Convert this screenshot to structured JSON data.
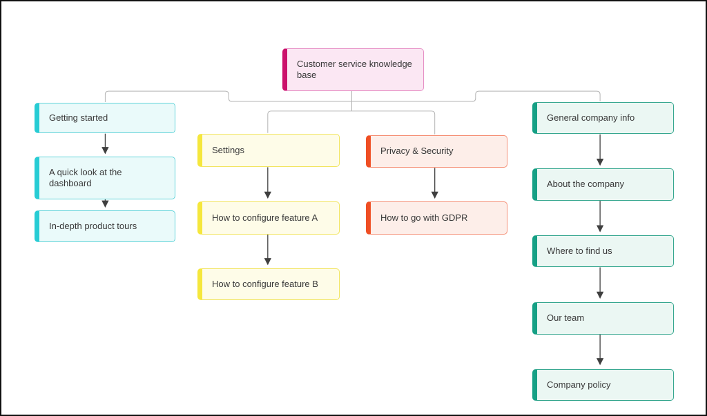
{
  "canvas": {
    "background": "#ffffff",
    "frame_color": "#111111",
    "connector_color": "#b3b3b3",
    "arrow_color": "#3f3f3f",
    "text_color": "#383838"
  },
  "themes": {
    "magenta": {
      "accent": "#cb116b",
      "border": "#e791c6",
      "fill": "#fbe7f3"
    },
    "cyan": {
      "accent": "#27ccd4",
      "border": "#5fd3d9",
      "fill": "#eafafa"
    },
    "yellow": {
      "accent": "#f5e73c",
      "border": "#f1e45c",
      "fill": "#fefce8"
    },
    "red": {
      "accent": "#ef4e23",
      "border": "#f58e74",
      "fill": "#fdeee9"
    },
    "teal": {
      "accent": "#16a085",
      "border": "#36a78f",
      "fill": "#ebf7f3"
    }
  },
  "nodes": [
    {
      "id": "root",
      "label": "Customer service knowledge base",
      "theme": "magenta"
    },
    {
      "id": "getting-started",
      "label": "Getting started",
      "theme": "cyan"
    },
    {
      "id": "quick-look",
      "label": "A quick look at the dashboard",
      "theme": "cyan"
    },
    {
      "id": "in-depth",
      "label": "In-depth product tours",
      "theme": "cyan"
    },
    {
      "id": "settings",
      "label": "Settings",
      "theme": "yellow"
    },
    {
      "id": "feature-a",
      "label": "How to configure feature A",
      "theme": "yellow"
    },
    {
      "id": "feature-b",
      "label": "How to configure feature B",
      "theme": "yellow"
    },
    {
      "id": "privacy",
      "label": "Privacy & Security",
      "theme": "red"
    },
    {
      "id": "gdpr",
      "label": "How to go with GDPR",
      "theme": "red"
    },
    {
      "id": "general",
      "label": "General company info",
      "theme": "teal"
    },
    {
      "id": "about",
      "label": "About the company",
      "theme": "teal"
    },
    {
      "id": "where",
      "label": "Where to find us",
      "theme": "teal"
    },
    {
      "id": "our-team",
      "label": "Our team",
      "theme": "teal"
    },
    {
      "id": "company-policy",
      "label": "Company policy",
      "theme": "teal"
    }
  ],
  "edges": {
    "tree": [
      [
        "root",
        "getting-started"
      ],
      [
        "root",
        "settings"
      ],
      [
        "root",
        "privacy"
      ],
      [
        "root",
        "general"
      ]
    ],
    "arrows": [
      [
        "getting-started",
        "quick-look"
      ],
      [
        "quick-look",
        "in-depth"
      ],
      [
        "settings",
        "feature-a"
      ],
      [
        "feature-a",
        "feature-b"
      ],
      [
        "privacy",
        "gdpr"
      ],
      [
        "general",
        "about"
      ],
      [
        "about",
        "where"
      ],
      [
        "where",
        "our-team"
      ],
      [
        "our-team",
        "company-policy"
      ]
    ]
  }
}
